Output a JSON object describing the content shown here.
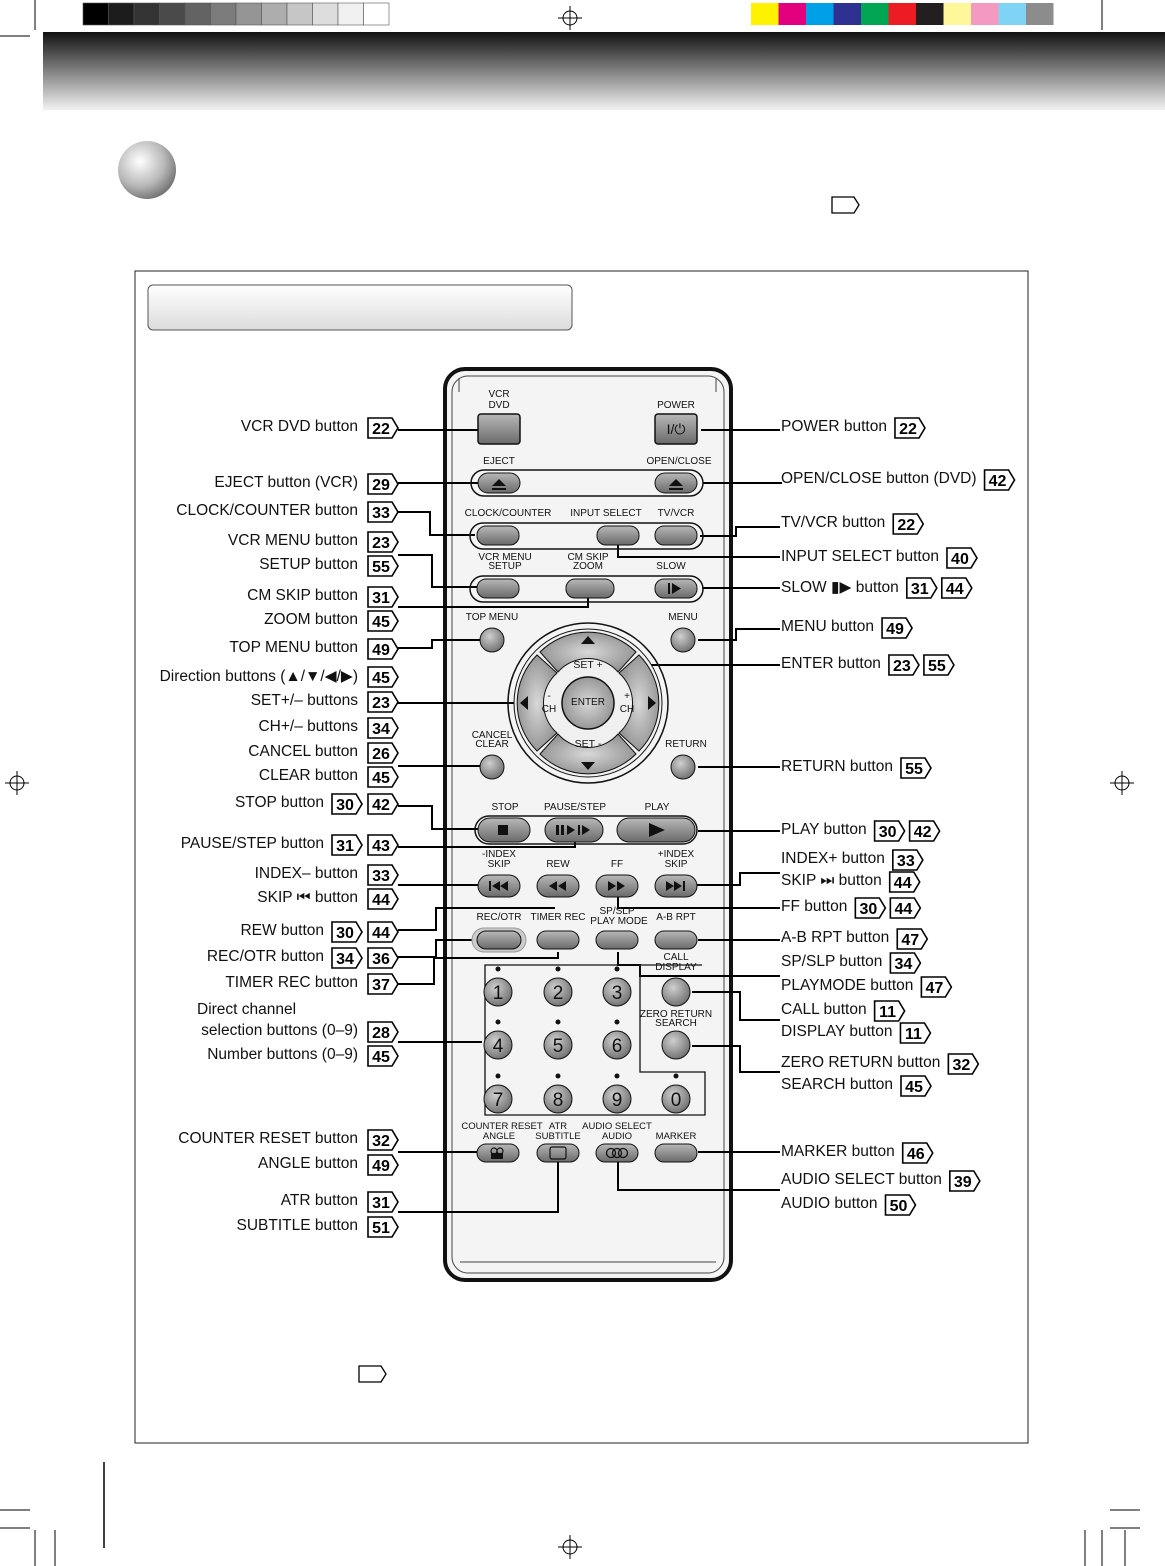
{
  "print_marks": {
    "gray_swatches": [
      "#000000",
      "#1c1c1c",
      "#333333",
      "#4a4a4a",
      "#636363",
      "#7b7b7b",
      "#959595",
      "#adadad",
      "#c6c6c6",
      "#dddddd",
      "#f0f0f0",
      "#ffffff"
    ],
    "color_swatches": [
      "#fff200",
      "#e3007f",
      "#00a0e9",
      "#2e3192",
      "#00a651",
      "#ed1c24",
      "#231f20",
      "#fff799",
      "#f49ac1",
      "#7fd3f4",
      "#8c8c8c"
    ]
  },
  "header_band": {
    "top_color": "#111111",
    "bottom_color": "#f2f2f2"
  },
  "remote": {
    "top_labels": {
      "vcr_dvd": [
        "VCR",
        "DVD"
      ],
      "power": "POWER",
      "power_glyph": "I/⏻",
      "eject": "EJECT",
      "open_close": "OPEN/CLOSE",
      "clock_counter": "CLOCK/COUNTER",
      "input_select": "INPUT SELECT",
      "tv_vcr": "TV/VCR",
      "vcr_menu_setup": [
        "VCR MENU",
        "SETUP"
      ],
      "cm_skip_zoom": [
        "CM SKIP",
        "ZOOM"
      ],
      "slow": "SLOW",
      "top_menu": "TOP MENU",
      "menu": "MENU",
      "set_plus": "SET +",
      "set_minus": "SET -",
      "ch_minus": [
        "-",
        "CH"
      ],
      "ch_plus": [
        "+",
        "CH"
      ],
      "enter": "ENTER",
      "cancel_clear": [
        "CANCEL",
        "CLEAR"
      ],
      "return": "RETURN",
      "stop": "STOP",
      "pause_step": "PAUSE/STEP",
      "play": "PLAY",
      "index_minus": [
        "-INDEX",
        "SKIP"
      ],
      "rew": "REW",
      "ff": "FF",
      "index_plus": [
        "+INDEX",
        "SKIP"
      ],
      "rec_otr": "REC/OTR",
      "timer_rec": "TIMER REC",
      "sp_slp": [
        "SP/SLP",
        "PLAY MODE"
      ],
      "ab_rpt": "A-B RPT",
      "call_display": [
        "CALL",
        "DISPLAY"
      ],
      "zero_return": [
        "ZERO RETURN",
        "SEARCH"
      ],
      "digits": [
        "1",
        "2",
        "3",
        "4",
        "5",
        "6",
        "7",
        "8",
        "9",
        "0"
      ],
      "counter_reset": [
        "COUNTER RESET",
        "ANGLE"
      ],
      "atr": [
        "ATR",
        "SUBTITLE"
      ],
      "audio_select": [
        "AUDIO SELECT",
        "AUDIO"
      ],
      "marker": "MARKER"
    }
  },
  "callouts_left": [
    {
      "text": "VCR DVD button",
      "pages": [
        "22"
      ]
    },
    {
      "text": "EJECT button (VCR)",
      "pages": [
        "29"
      ]
    },
    {
      "text": "CLOCK/COUNTER button",
      "pages": [
        "33"
      ]
    },
    {
      "text": "VCR MENU button",
      "pages": [
        "23"
      ]
    },
    {
      "text": "SETUP button",
      "pages": [
        "55"
      ]
    },
    {
      "text": "CM SKIP button",
      "pages": [
        "31"
      ]
    },
    {
      "text": "ZOOM button",
      "pages": [
        "45"
      ]
    },
    {
      "text": "TOP MENU button",
      "pages": [
        "49"
      ]
    },
    {
      "text": "Direction buttons (▲/▼/◀/▶)",
      "pages": [
        "45"
      ]
    },
    {
      "text": "SET+/– buttons",
      "pages": [
        "23"
      ]
    },
    {
      "text": "CH+/– buttons",
      "pages": [
        "34"
      ]
    },
    {
      "text": "CANCEL button",
      "pages": [
        "26"
      ]
    },
    {
      "text": "CLEAR button",
      "pages": [
        "45"
      ]
    },
    {
      "text": "STOP button",
      "pages": [
        "30",
        "42"
      ]
    },
    {
      "text": "PAUSE/STEP button",
      "pages": [
        "31",
        "43"
      ]
    },
    {
      "text": "INDEX– button",
      "pages": [
        "33"
      ]
    },
    {
      "text": "SKIP ⏮ button",
      "pages": [
        "44"
      ]
    },
    {
      "text": "REW button",
      "pages": [
        "30",
        "44"
      ]
    },
    {
      "text": "REC/OTR button",
      "pages": [
        "34",
        "36"
      ]
    },
    {
      "text": "TIMER REC button",
      "pages": [
        "37"
      ]
    },
    {
      "text": "Direct channel",
      "pages": []
    },
    {
      "text": "selection buttons (0–9)",
      "pages": [
        "28"
      ]
    },
    {
      "text": "Number buttons (0–9)",
      "pages": [
        "45"
      ]
    },
    {
      "text": "COUNTER RESET button",
      "pages": [
        "32"
      ]
    },
    {
      "text": "ANGLE button",
      "pages": [
        "49"
      ]
    },
    {
      "text": "ATR button",
      "pages": [
        "31"
      ]
    },
    {
      "text": "SUBTITLE button",
      "pages": [
        "51"
      ]
    }
  ],
  "callouts_right": [
    {
      "text": "POWER button",
      "pages": [
        "22"
      ]
    },
    {
      "text": "OPEN/CLOSE button (DVD)",
      "pages": [
        "42"
      ]
    },
    {
      "text": "TV/VCR button",
      "pages": [
        "22"
      ]
    },
    {
      "text": "INPUT SELECT button",
      "pages": [
        "40"
      ]
    },
    {
      "text": "SLOW ▮▶ button",
      "pages": [
        "31",
        "44"
      ]
    },
    {
      "text": "MENU button",
      "pages": [
        "49"
      ]
    },
    {
      "text": "ENTER button",
      "pages": [
        "23",
        "55"
      ]
    },
    {
      "text": "RETURN button",
      "pages": [
        "55"
      ]
    },
    {
      "text": "PLAY button",
      "pages": [
        "30",
        "42"
      ]
    },
    {
      "text": "INDEX+ button",
      "pages": [
        "33"
      ]
    },
    {
      "text": "SKIP ⏭ button",
      "pages": [
        "44"
      ]
    },
    {
      "text": "FF button",
      "pages": [
        "30",
        "44"
      ]
    },
    {
      "text": "A-B RPT button",
      "pages": [
        "47"
      ]
    },
    {
      "text": "SP/SLP button",
      "pages": [
        "34"
      ]
    },
    {
      "text": "PLAYMODE button",
      "pages": [
        "47"
      ]
    },
    {
      "text": "CALL button",
      "pages": [
        "11"
      ]
    },
    {
      "text": "DISPLAY button",
      "pages": [
        "11"
      ]
    },
    {
      "text": "ZERO RETURN button",
      "pages": [
        "32"
      ]
    },
    {
      "text": "SEARCH button",
      "pages": [
        "45"
      ]
    },
    {
      "text": "MARKER button",
      "pages": [
        "46"
      ]
    },
    {
      "text": "AUDIO SELECT button",
      "pages": [
        "39"
      ]
    },
    {
      "text": "AUDIO button",
      "pages": [
        "50"
      ]
    }
  ]
}
